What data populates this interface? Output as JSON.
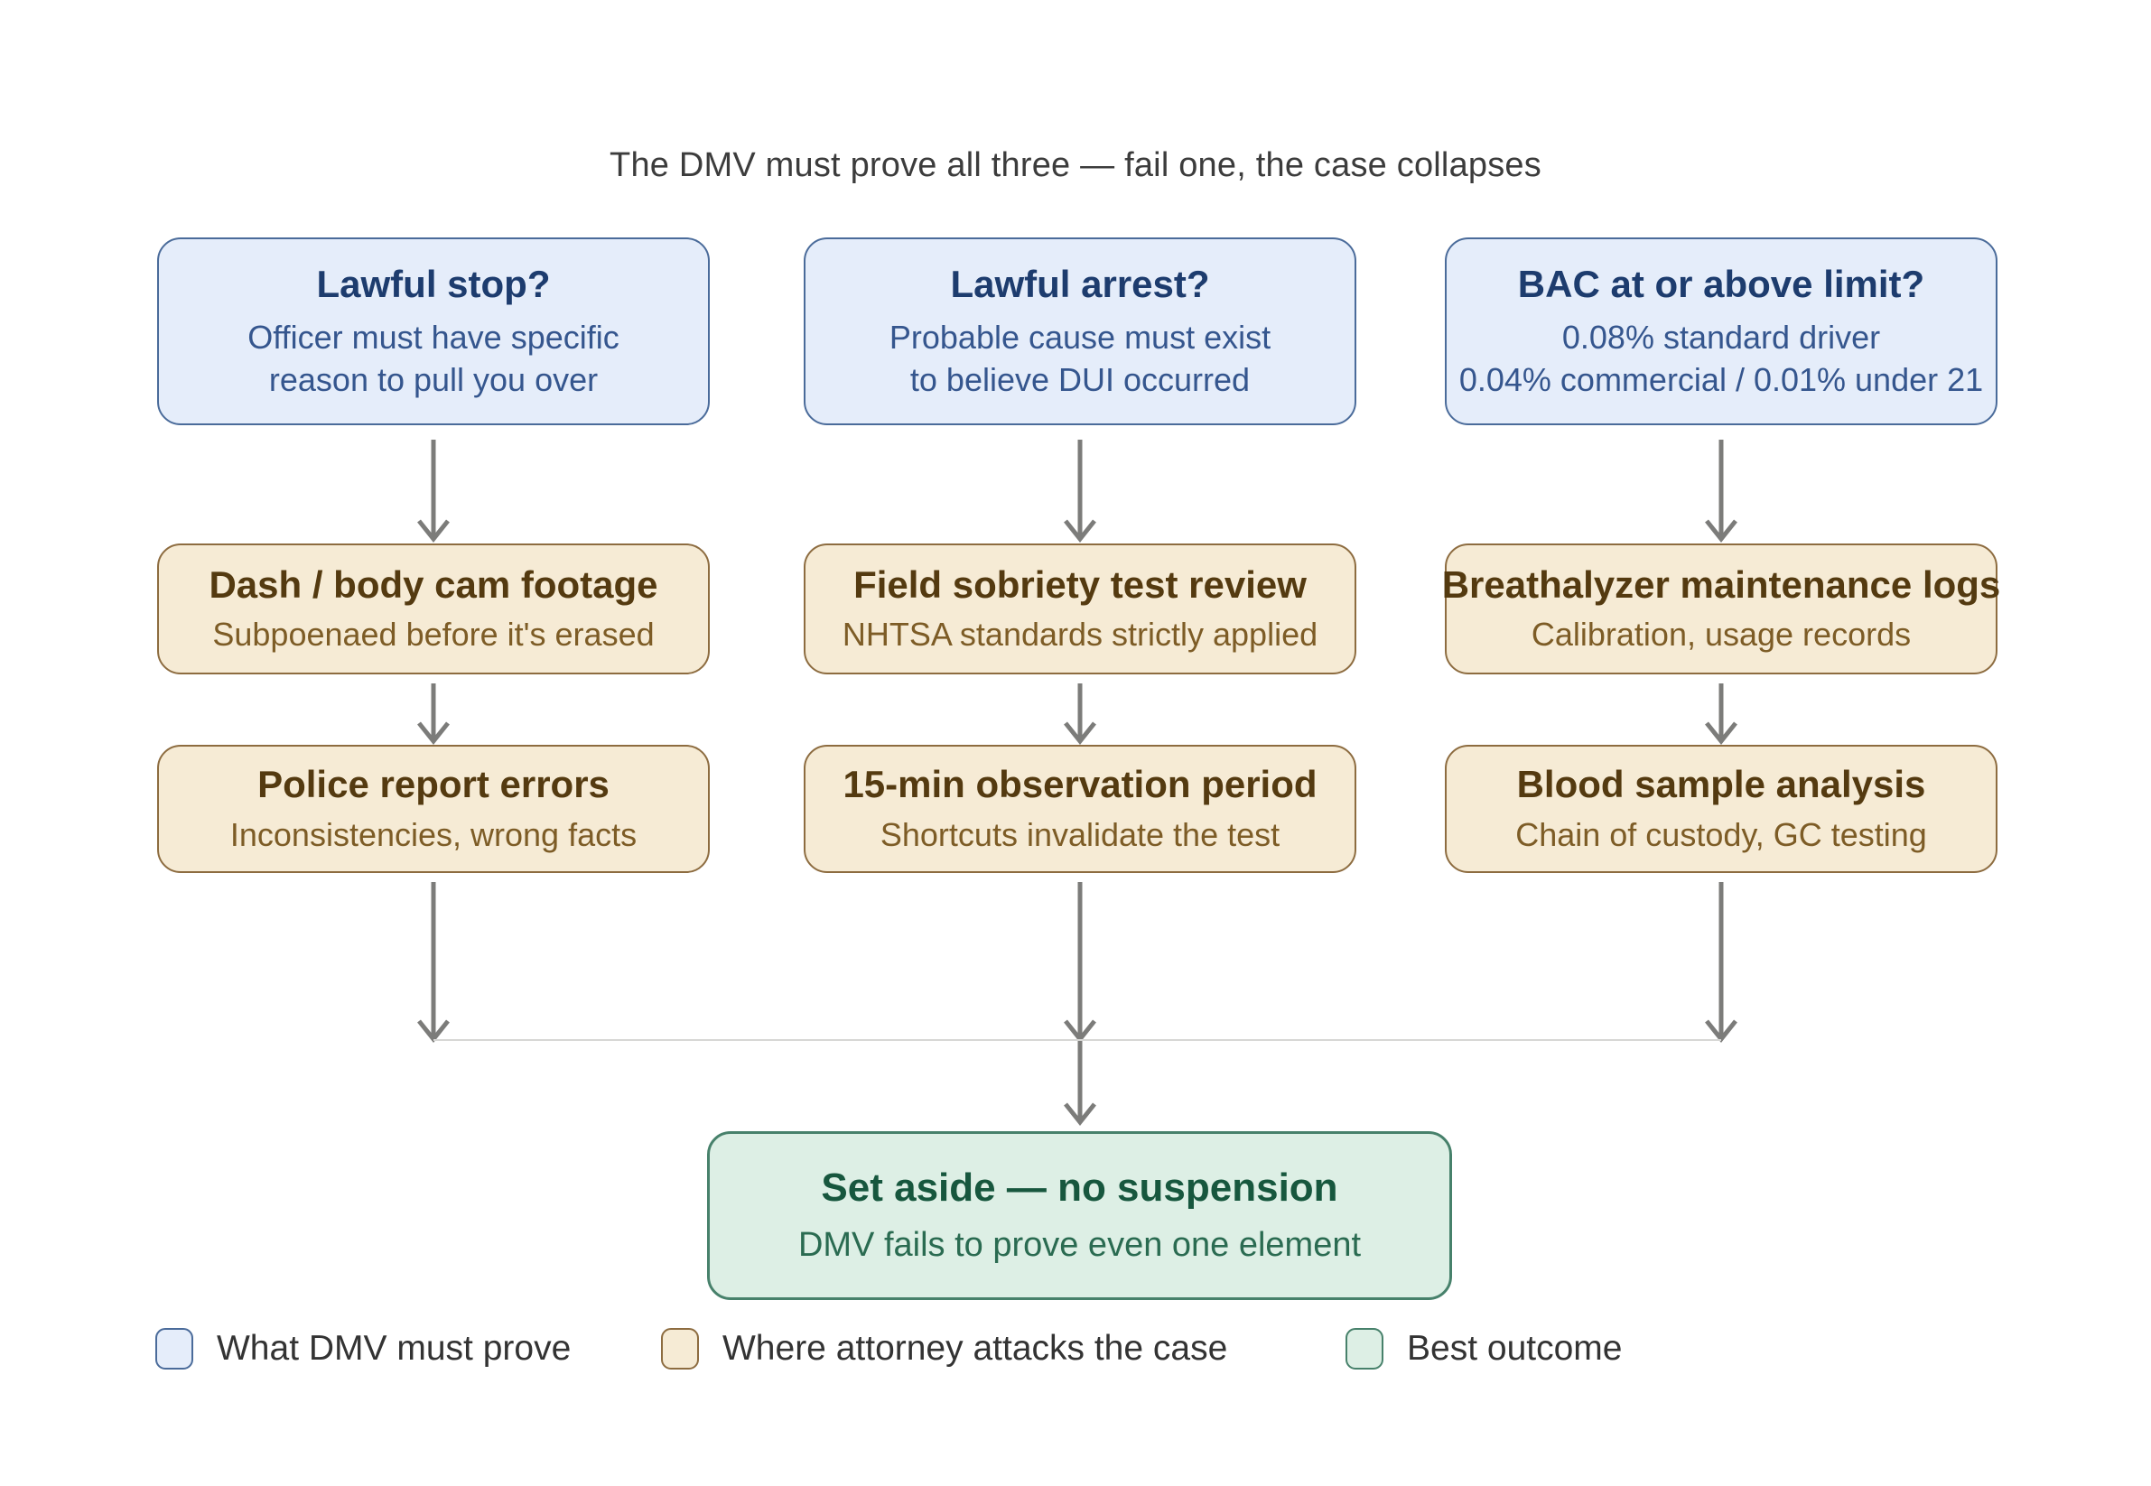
{
  "title": "The DMV must prove all three — fail one, the case collapses",
  "columns": [
    {
      "prove_title": "Lawful stop?",
      "prove_line1": "Officer must have specific",
      "prove_line2": "reason to pull you over",
      "attack1_title": "Dash / body cam footage",
      "attack1_sub": "Subpoenaed before it's erased",
      "attack2_title": "Police report errors",
      "attack2_sub": "Inconsistencies, wrong facts"
    },
    {
      "prove_title": "Lawful arrest?",
      "prove_line1": "Probable cause must exist",
      "prove_line2": "to believe DUI occurred",
      "attack1_title": "Field sobriety test review",
      "attack1_sub": "NHTSA standards strictly applied",
      "attack2_title": "15-min observation period",
      "attack2_sub": "Shortcuts invalidate the test"
    },
    {
      "prove_title": "BAC at or above limit?",
      "prove_line1": "0.08% standard driver",
      "prove_line2": "0.04% commercial / 0.01% under 21",
      "attack1_title": "Breathalyzer maintenance logs",
      "attack1_sub": "Calibration, usage records",
      "attack2_title": "Blood sample analysis",
      "attack2_sub": "Chain of custody, GC testing"
    }
  ],
  "outcome": {
    "title": "Set aside — no suspension",
    "subtitle": "DMV fails to prove even one element"
  },
  "legend": [
    {
      "label": "What DMV must prove",
      "color": "#e5edfa"
    },
    {
      "label": "Where attorney attacks the case",
      "color": "#f6ebd5"
    },
    {
      "label": "Best outcome",
      "color": "#ddefe5"
    }
  ],
  "colors": {
    "prove_fill": "#e5edfa",
    "prove_border": "#4a6b9a",
    "prove_text": "#1d3c6e",
    "attack_fill": "#f6ebd5",
    "attack_border": "#8d6c40",
    "attack_text": "#543a10",
    "outcome_fill": "#ddefe5",
    "outcome_border": "#47816b",
    "outcome_text": "#17573e",
    "arrow": "#7c7c7a",
    "connector": "#d7d7d5"
  }
}
